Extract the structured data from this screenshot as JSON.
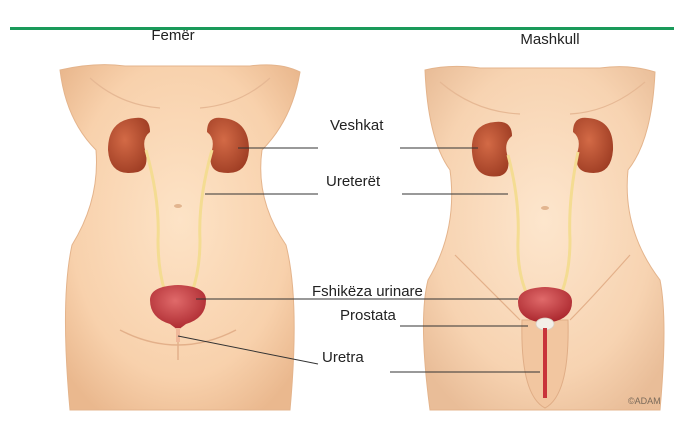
{
  "headers": {
    "female": "Femër",
    "male": "Mashkull"
  },
  "labels": {
    "kidneys": "Veshkat",
    "ureters": "Ureterët",
    "bladder": "Fshikëza urinare",
    "prostate": "Prostata",
    "urethra": "Uretra"
  },
  "watermark": "©ADAM",
  "colors": {
    "divider": "#1a9a5a",
    "kidney": "#b44a2e",
    "bladder": "#c0343a",
    "ureter": "#f4dc92",
    "skin": "#f8d1ac"
  }
}
